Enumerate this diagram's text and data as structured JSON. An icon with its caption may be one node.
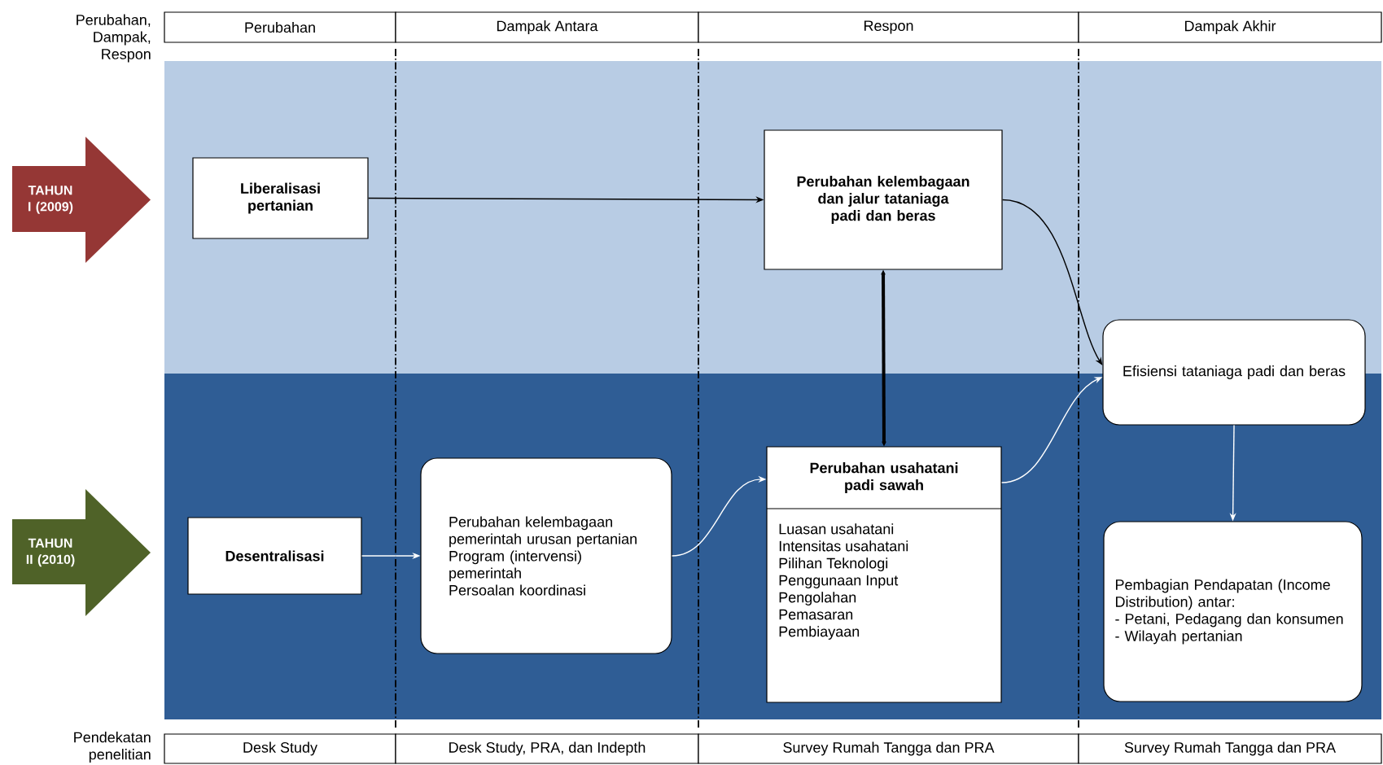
{
  "diagram": {
    "nodes": [
      {
        "text": [
          "Perubahan"
        ]
      },
      {
        "text": [
          "Dampak Antara"
        ]
      },
      {
        "text": [
          "Respon"
        ]
      },
      {
        "text": [
          "Dampak Akhir"
        ]
      },
      {
        "text": [
          "TAHUN I (2009)"
        ]
      },
      {
        "text": [
          "Liberalisasi pertanian"
        ]
      },
      {
        "text": [
          "Perubahan kelembagaan dan jalur tataniaga padi dan beras"
        ]
      },
      {
        "text": [
          "Efisiensi tataniaga padi dan beras"
        ]
      },
      {
        "text": [
          "TAHUN II (2010)"
        ]
      },
      {
        "text": [
          "Desentralisasi"
        ]
      },
      {
        "text": [
          "Perubahan kelembagaan pemerintah urusan pertanian",
          "Program (intervensi) pemerintah",
          "Persoalan koordinasi"
        ]
      },
      {
        "text": [
          "Perubahan usahatani padi sawah",
          "Luasan usahatani",
          "Intensitas usahatani",
          "Pilihan Teknologi",
          "Penggunaan Input",
          "Pengolahan",
          "Pemasaran",
          "Pembiayaan"
        ]
      },
      {
        "text": [
          "Pembagian Pendapatan (Income Distribution) antar:",
          "- Petani, Pedagang dan konsumen",
          "- Wilayah pertanian"
        ]
      },
      {
        "text": [
          "Desk Study"
        ]
      },
      {
        "text": [
          "Desk Study, PRA, dan Indepth"
        ]
      },
      {
        "text": [
          "Survey Rumah Tangga dan PRA"
        ]
      },
      {
        "text": [
          "Survey Rumah Tangga dan PRA"
        ]
      }
    ],
    "edges": [
      {
        "from": 5,
        "to": 6,
        "arrow": "to",
        "color": "#000000"
      },
      {
        "from": 11,
        "to": 6,
        "arrow": "both",
        "style": "thick",
        "color": "#000000"
      },
      {
        "from": 6,
        "to": 7,
        "arrow": "to",
        "color": "#000000"
      },
      {
        "from": 9,
        "to": 10,
        "arrow": "to",
        "color": "#ffffff"
      },
      {
        "from": 10,
        "to": 11,
        "arrow": "to",
        "color": "#ffffff"
      },
      {
        "from": 11,
        "to": 7,
        "arrow": "to",
        "color": "#ffffff"
      },
      {
        "from": 7,
        "to": 12,
        "arrow": "to",
        "color": "#ffffff"
      }
    ],
    "labels": [
      "Perubahan, Dampak, Respon",
      "Pendekatan penelitian"
    ]
  }
}
